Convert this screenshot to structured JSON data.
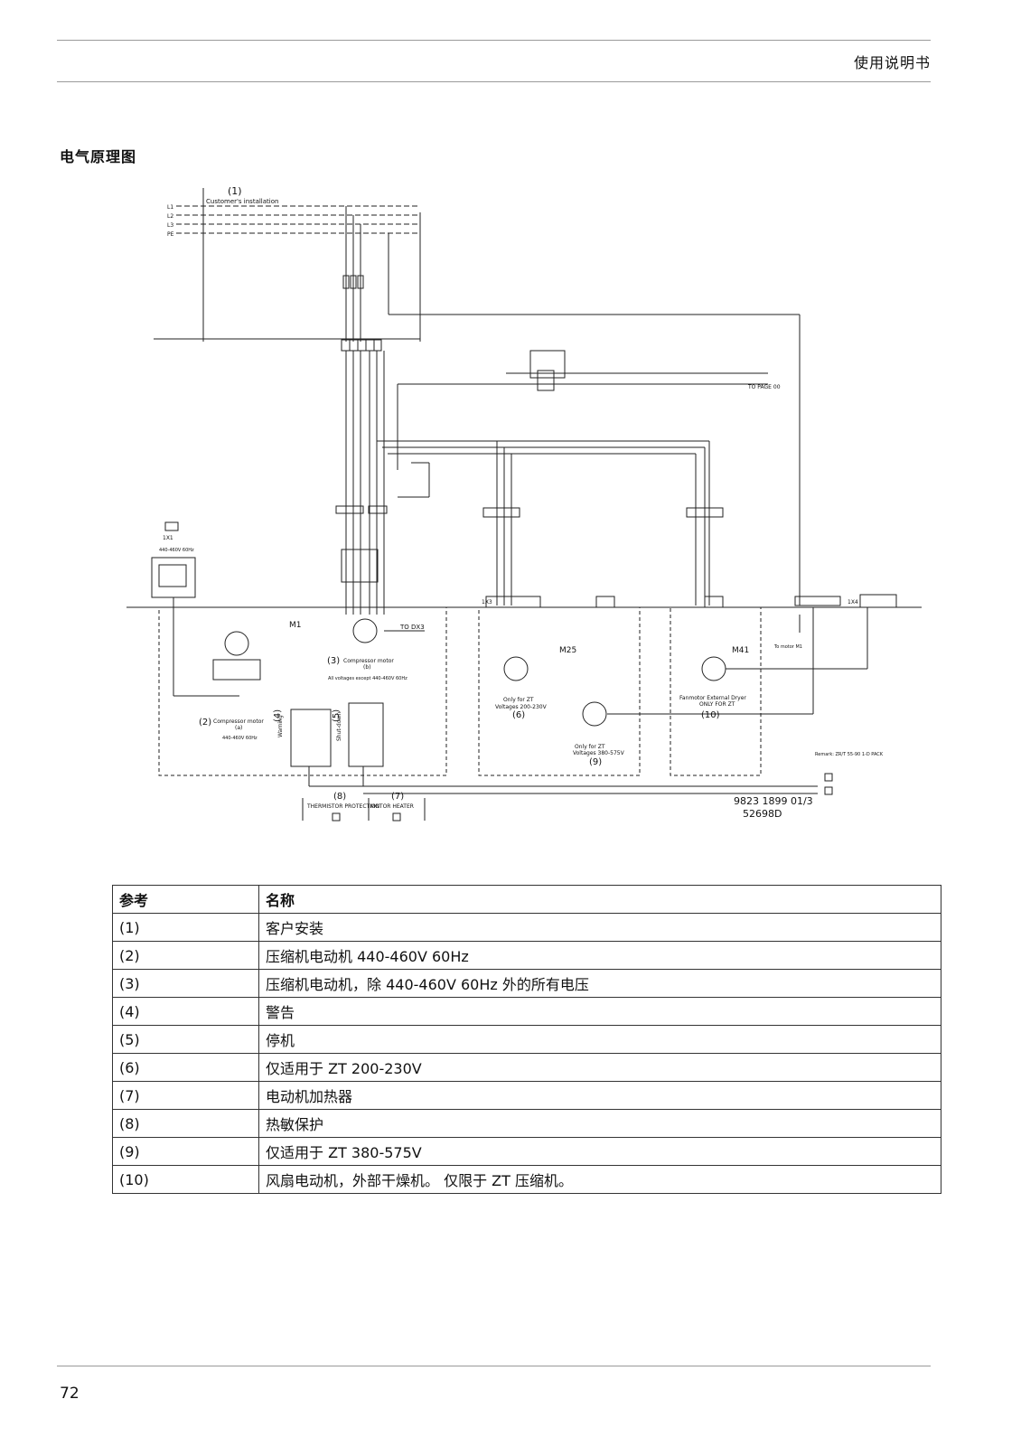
{
  "header": {
    "title": "使用说明书"
  },
  "section": {
    "title": "电气原理图"
  },
  "diagram": {
    "labels": {
      "n1": "(1)",
      "customer": "Customer's installation",
      "lines": [
        "L1",
        "L2",
        "L3",
        "PE"
      ],
      "n2": "(2)",
      "m1_lower": "Compressor motor",
      "m1_lower_a": "(a)",
      "m1_lower_volt": "440-460V 60Hz",
      "n3": "(3)",
      "m1_upper": "Compressor motor",
      "m1_upper_b": "(b)",
      "m1_upper_volt": "All voltages except 440-460V 60Hz",
      "m1": "M1",
      "to_dx3": "TO DX3",
      "n4": "(4)",
      "n4_word": "Warning",
      "n5": "(5)",
      "n5_word": "Shut-down",
      "n6": "(6)",
      "m25": "M25",
      "m25_only_a": "Only for ZT",
      "m25_only_b": "Voltages 200-230V",
      "n7": "(7)",
      "n8": "(8)",
      "n9": "(9)",
      "m25_b_only_a": "Only for ZT",
      "m25_b_only_b": "Voltages 380-575V",
      "n10": "(10)",
      "m41": "M41",
      "fan_a": "Fanmotor External Dryer",
      "fan_b": "ONLY FOR ZT",
      "thermistor": "THERMISTOR PROTECTION",
      "heater": "MOTOR HEATER",
      "to_motor": "To motor M1",
      "remark": "Remark: ZR/T 55-90 1-D PACK",
      "x1": "1X1",
      "x1_volt": "440-460V 60Hz",
      "x3": "1X3",
      "x4": "1X4",
      "doc_code_a": "9823 1899 01/3",
      "doc_code_b": "52698D",
      "to_page": "TO PAGE 00"
    }
  },
  "table": {
    "headers": [
      "参考",
      "名称"
    ],
    "rows": [
      [
        "(1)",
        "客户安装"
      ],
      [
        "(2)",
        "压缩机电动机 440-460V 60Hz"
      ],
      [
        "(3)",
        "压缩机电动机，除 440-460V 60Hz 外的所有电压"
      ],
      [
        "(4)",
        "警告"
      ],
      [
        "(5)",
        "停机"
      ],
      [
        "(6)",
        "仅适用于 ZT 200-230V"
      ],
      [
        "(7)",
        "电动机加热器"
      ],
      [
        "(8)",
        "热敏保护"
      ],
      [
        "(9)",
        "仅适用于 ZT 380-575V"
      ],
      [
        "(10)",
        "风扇电动机，外部干燥机。 仅限于 ZT 压缩机。"
      ]
    ]
  },
  "footer": {
    "page": "72"
  }
}
